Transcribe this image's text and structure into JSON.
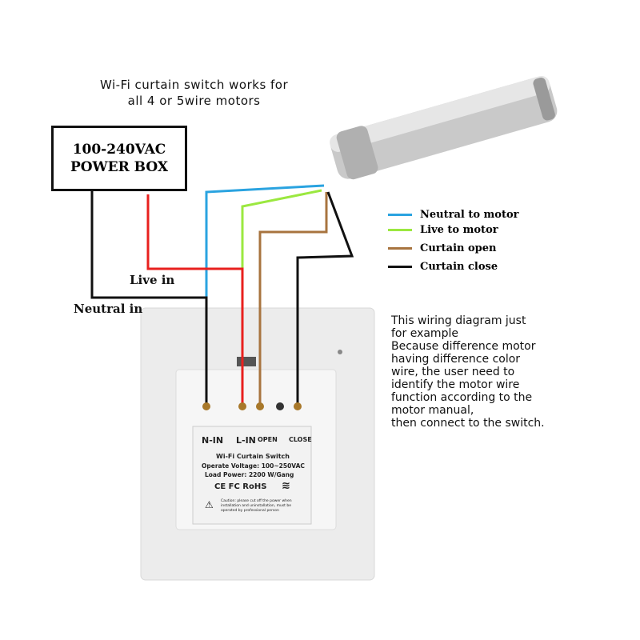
{
  "title": [
    "Wi-Fi curtain switch works for",
    "all 4 or 5wire motors"
  ],
  "power_box": [
    "100-240VAC",
    "POWER BOX"
  ],
  "labels": {
    "live_in": "Live in",
    "neutral_in": "Neutral in"
  },
  "legend": [
    {
      "label": "Neutral to motor",
      "color": "#2aa3e0"
    },
    {
      "label": "Live to motor",
      "color": "#9be840"
    },
    {
      "label": "Curtain open",
      "color": "#a8743f"
    },
    {
      "label": "Curtain close",
      "color": "#111111"
    }
  ],
  "wire_colors": {
    "live_in": "#e8201e",
    "neutral_in": "#111111"
  },
  "note": "This wiring diagram just\nfor example\nBecause difference motor\nhaving difference color\nwire, the user need to\nidentify the motor wire\nfunction according to the\nmotor manual,\nthen connect to the switch.",
  "switch_label": {
    "terminals": [
      "N-IN",
      "L-IN",
      "OPEN",
      "CLOSE"
    ],
    "product": "Wi-Fi  Curtain Switch",
    "voltage": "Operate Voltage: 100~250VAC",
    "load": "Load Power: 2200 W/Gang",
    "certs": "CE FC RoHS",
    "caution": "Caution: please cut off the power when installation and uninstallation, must be operated by professional person"
  }
}
